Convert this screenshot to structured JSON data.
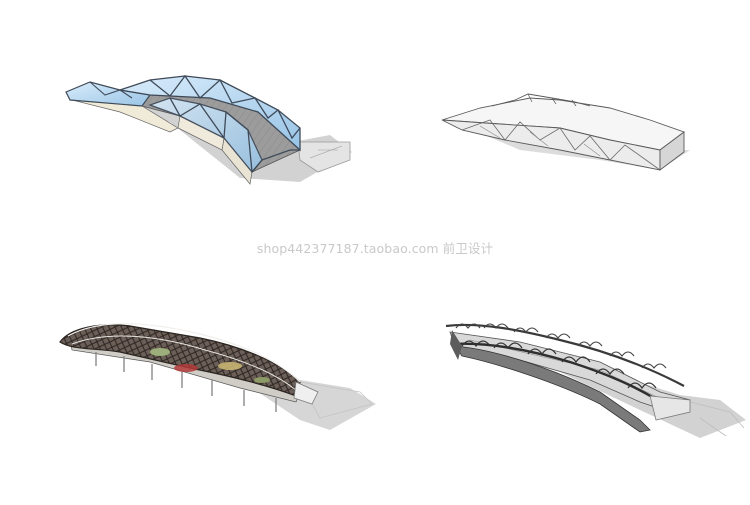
{
  "watermark": {
    "text": "shop442377187.taobao.com 前卫设计"
  },
  "renders": [
    {
      "name": "glass-truss-bridge"
    },
    {
      "name": "white-faceted-bridge"
    },
    {
      "name": "lattice-canopy-bridge"
    },
    {
      "name": "ornamental-arch-bridge"
    }
  ],
  "colors": {
    "shadow": "#d4d4d4",
    "glass": "#bcd8ee",
    "steel": "#3f4a58",
    "deck": "#9a9a9a",
    "white_surface": "#f4f4f4",
    "canopy_dark": "#4a3f3a"
  }
}
